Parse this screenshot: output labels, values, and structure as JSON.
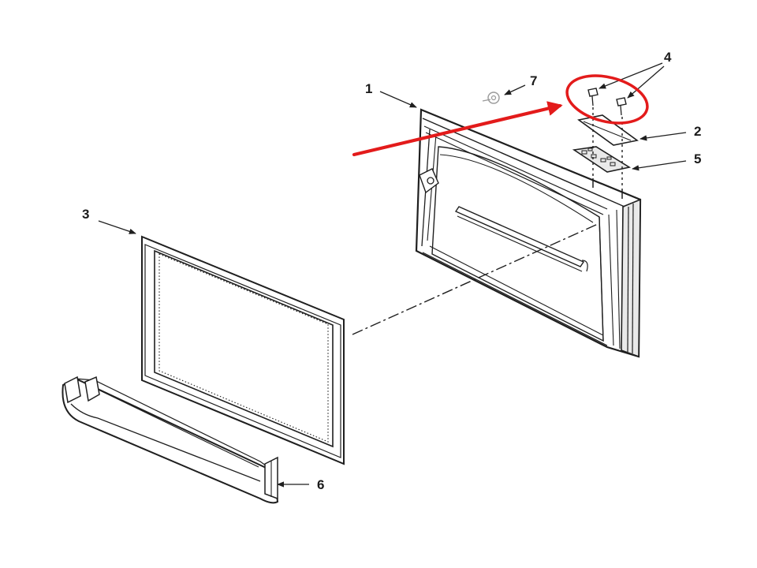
{
  "callouts": [
    {
      "id": "1",
      "label": "1"
    },
    {
      "id": "2",
      "label": "2"
    },
    {
      "id": "3",
      "label": "3"
    },
    {
      "id": "4",
      "label": "4"
    },
    {
      "id": "5",
      "label": "5"
    },
    {
      "id": "6",
      "label": "6"
    },
    {
      "id": "7",
      "label": "7"
    }
  ],
  "highlight": {
    "color": "#e31b1b",
    "target_callout": "4"
  },
  "colors": {
    "line_art": "#1f1f1f",
    "background": "#ffffff"
  }
}
